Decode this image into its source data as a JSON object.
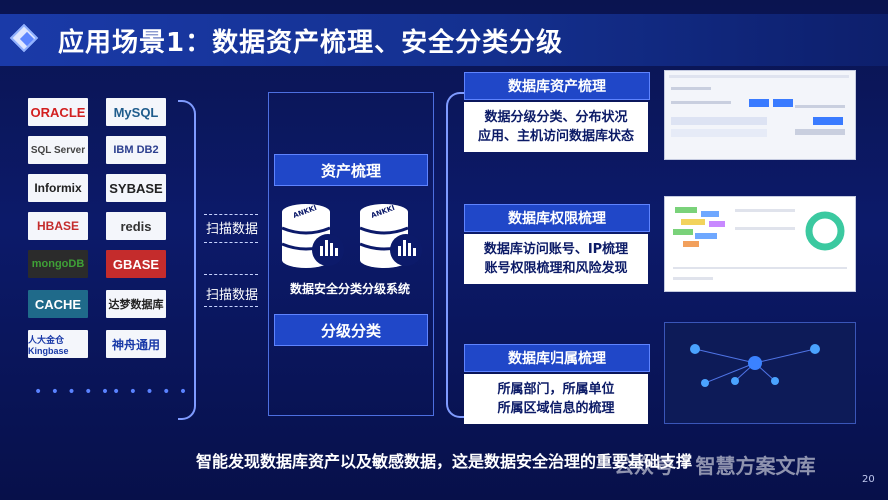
{
  "slide": {
    "title": "应用场景1：数据资产梳理、安全分类分级",
    "page_number": "20",
    "footer": "智能发现数据库资产以及敏感数据，这是数据安全治理的重要基础支撑",
    "watermark": "公众号 · 智慧方案文库"
  },
  "logos": [
    {
      "name": "ORACLE",
      "color": "#d22020"
    },
    {
      "name": "MySQL",
      "color": "#1f5c8c"
    },
    {
      "name": "SQL Server",
      "color": "#444444"
    },
    {
      "name": "IBM DB2",
      "color": "#2c3f8f"
    },
    {
      "name": "Informix",
      "color": "#222222"
    },
    {
      "name": "SYBASE",
      "color": "#222222"
    },
    {
      "name": "HBASE",
      "color": "#c42c2c"
    },
    {
      "name": "redis",
      "color": "#333333"
    },
    {
      "name": "mongoDB",
      "color": "#3fa037"
    },
    {
      "name": "GBASE",
      "color": "#c42c2c"
    },
    {
      "name": "CACHE",
      "color": "#ffffff"
    },
    {
      "name": "达梦数据库",
      "color": "#222222"
    },
    {
      "name": "人大金仓 Kingbase",
      "color": "#1a3aa8"
    },
    {
      "name": "神舟通用",
      "color": "#1a3aa8"
    }
  ],
  "center": {
    "scan_label_1": "扫描数据",
    "scan_label_2": "扫描数据",
    "top_bar": "资产梳理",
    "bottom_bar": "分级分类",
    "system_name": "数据安全分类分级系统",
    "db_brand": "ANKKI"
  },
  "sections": [
    {
      "title": "数据库资产梳理",
      "lines": [
        "数据分级分类、分布状况",
        "应用、主机访问数据库状态"
      ]
    },
    {
      "title": "数据库权限梳理",
      "lines": [
        "数据库访问账号、IP梳理",
        "账号权限梳理和风险发现"
      ]
    },
    {
      "title": "数据库归属梳理",
      "lines": [
        "所属部门，所属单位",
        "所属区域信息的梳理"
      ]
    }
  ],
  "colors": {
    "accent": "#2047c8",
    "background": "#0a1450"
  }
}
